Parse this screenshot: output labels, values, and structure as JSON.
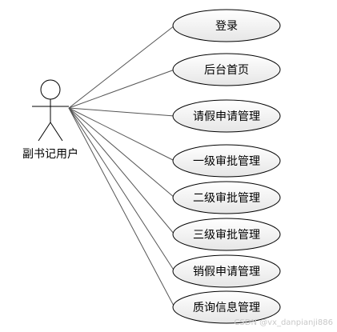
{
  "actor": {
    "name": "副书记用户"
  },
  "use_cases": [
    {
      "label": "登录"
    },
    {
      "label": "后台首页"
    },
    {
      "label": "请假申请管理"
    },
    {
      "label": "一级审批管理"
    },
    {
      "label": "二级审批管理"
    },
    {
      "label": "三级审批管理"
    },
    {
      "label": "销假申请管理"
    },
    {
      "label": "质询信息管理"
    }
  ],
  "watermark": "CSDN @vx_danpianji886",
  "colors": {
    "ellipse_fill_top": "#ffffff",
    "ellipse_fill_bottom": "#e9e9e9",
    "stroke": "#000000",
    "line": "#555555"
  }
}
